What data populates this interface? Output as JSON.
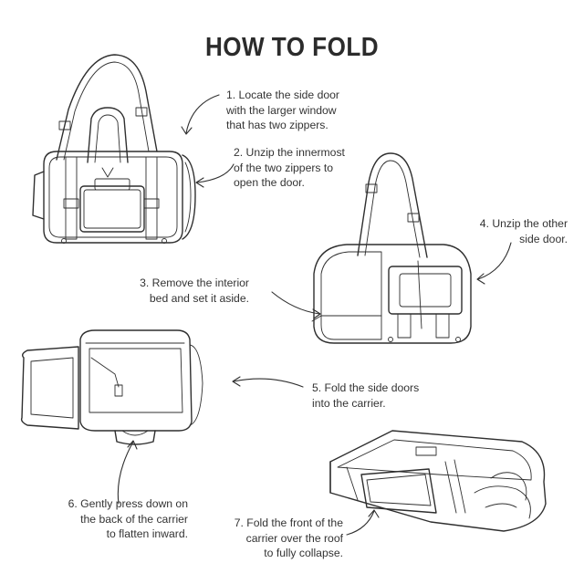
{
  "title": "HOW TO FOLD",
  "steps": [
    {
      "id": "1",
      "text": "1. Locate the side door\nwith the larger window\nthat has two zippers."
    },
    {
      "id": "2",
      "text": "2. Unzip the innermost\nof the two zippers to\nopen the door."
    },
    {
      "id": "3",
      "text": "3. Remove the interior\nbed and set it aside."
    },
    {
      "id": "4",
      "text": "4. Unzip the other\nside door."
    },
    {
      "id": "5",
      "text": "5. Fold the side doors\ninto the carrier."
    },
    {
      "id": "6",
      "text": "6. Gently press down on\nthe back of the carrier\nto flatten inward."
    },
    {
      "id": "7",
      "text": "7. Fold the front of the\ncarrier over the roof\nto fully collapse."
    }
  ],
  "colors": {
    "ink": "#2f2f2f",
    "text": "#333333",
    "background": "#ffffff"
  }
}
